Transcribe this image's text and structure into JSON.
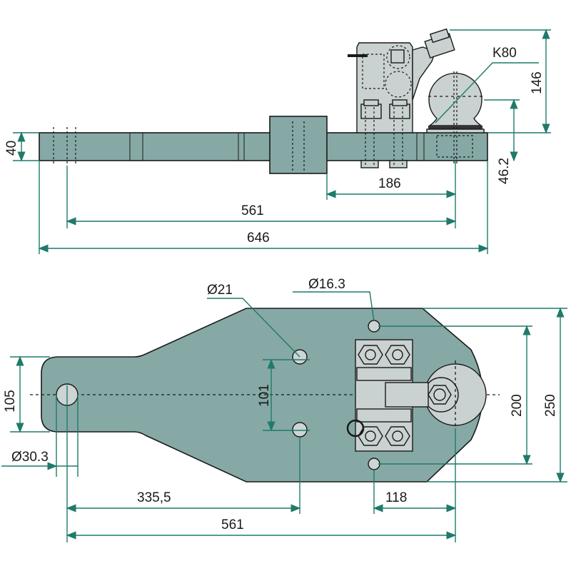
{
  "side_view": {
    "dim_height_bar": "40",
    "dim_ball_height": "146",
    "dim_ball_center": "46.2",
    "dim_ball_size": "K80",
    "dim_186": "186",
    "dim_561": "561",
    "dim_646": "646"
  },
  "top_view": {
    "dim_hole_21": "Ø21",
    "dim_hole_16": "Ø16.3",
    "dim_width_105": "105",
    "dim_hole_spacing_101": "101",
    "dim_hole_30": "Ø30.3",
    "dim_200": "200",
    "dim_250": "250",
    "dim_335": "335,5",
    "dim_118": "118",
    "dim_561": "561"
  },
  "colors": {
    "plate": "#86a9a6",
    "dimension": "#1f7a6a",
    "part": "#c9d2d0"
  }
}
